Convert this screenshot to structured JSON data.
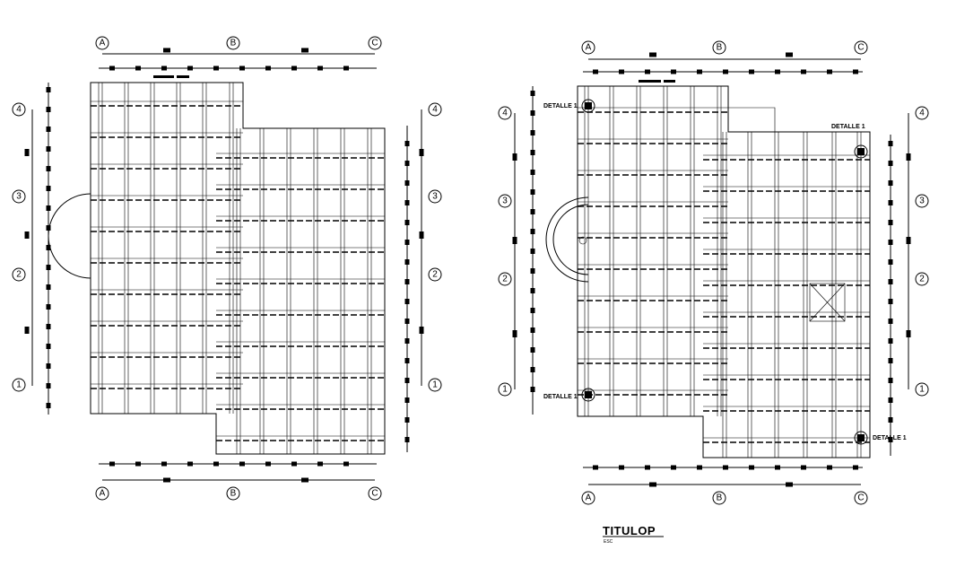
{
  "axes": {
    "columns": [
      "A",
      "B",
      "C"
    ],
    "rows": [
      "4",
      "3",
      "2",
      "1"
    ]
  },
  "detail_label": "DETALLE 1",
  "title": "TITULOP",
  "scale_label": "ESC"
}
